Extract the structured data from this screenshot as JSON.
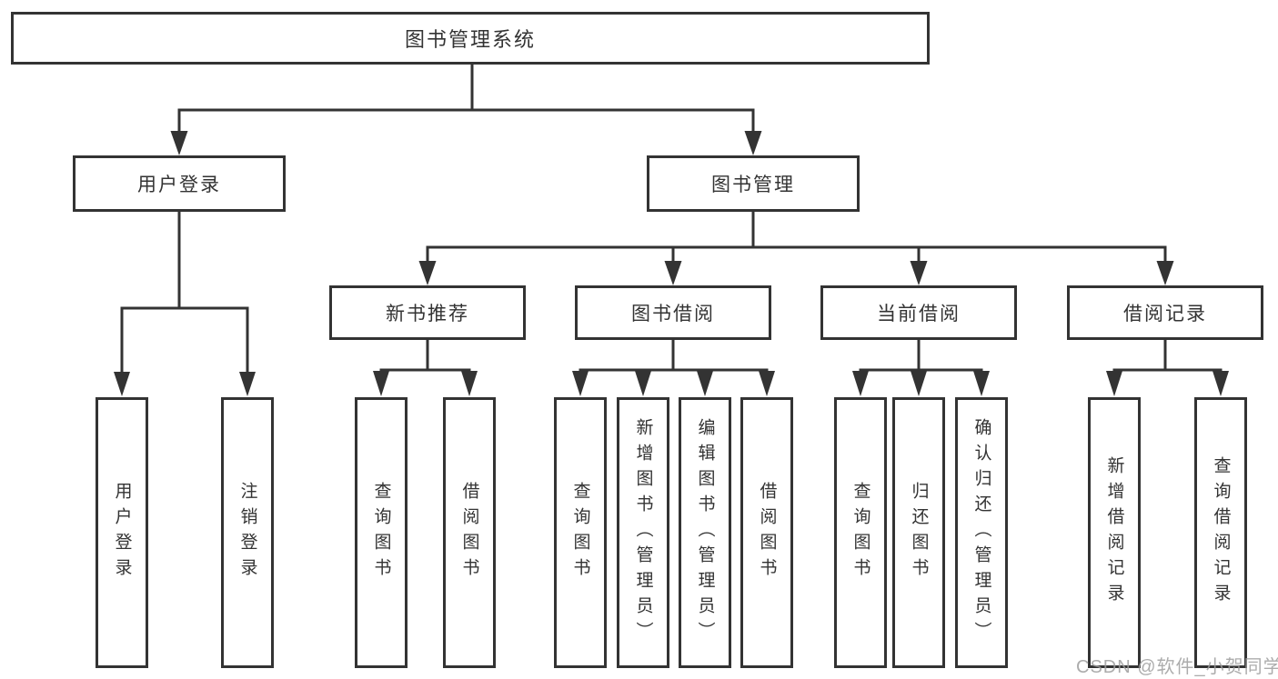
{
  "diagram": {
    "type": "tree-structure-chart",
    "colors": {
      "line": "#333333",
      "box_border": "#333333",
      "box_background": "#ffffff",
      "text": "#333333",
      "watermark": "#9e9e9e"
    },
    "nodes": {
      "root": {
        "label": "图书管理系统"
      },
      "level2": [
        {
          "label": "用户登录"
        },
        {
          "label": "图书管理"
        }
      ],
      "level3": [
        {
          "label": "新书推荐",
          "parent": "图书管理"
        },
        {
          "label": "图书借阅",
          "parent": "图书管理"
        },
        {
          "label": "当前借阅",
          "parent": "图书管理"
        },
        {
          "label": "借阅记录",
          "parent": "图书管理"
        }
      ],
      "leaves": [
        {
          "label": "用户登录",
          "parent": "用户登录"
        },
        {
          "label": "注销登录",
          "parent": "用户登录"
        },
        {
          "label": "查询图书",
          "parent": "新书推荐"
        },
        {
          "label": "借阅图书",
          "parent": "新书推荐"
        },
        {
          "label": "查询图书",
          "parent": "图书借阅"
        },
        {
          "label": "新增图书（管理员）",
          "parent": "图书借阅"
        },
        {
          "label": "编辑图书（管理员）",
          "parent": "图书借阅"
        },
        {
          "label": "借阅图书",
          "parent": "图书借阅"
        },
        {
          "label": "查询图书",
          "parent": "当前借阅"
        },
        {
          "label": "归还图书",
          "parent": "当前借阅"
        },
        {
          "label": "确认归还（管理员）",
          "parent": "当前借阅"
        },
        {
          "label": "新增借阅记录",
          "parent": "借阅记录"
        },
        {
          "label": "查询借阅记录",
          "parent": "借阅记录"
        }
      ]
    },
    "watermark": "CSDN @软件_小贺同学"
  }
}
